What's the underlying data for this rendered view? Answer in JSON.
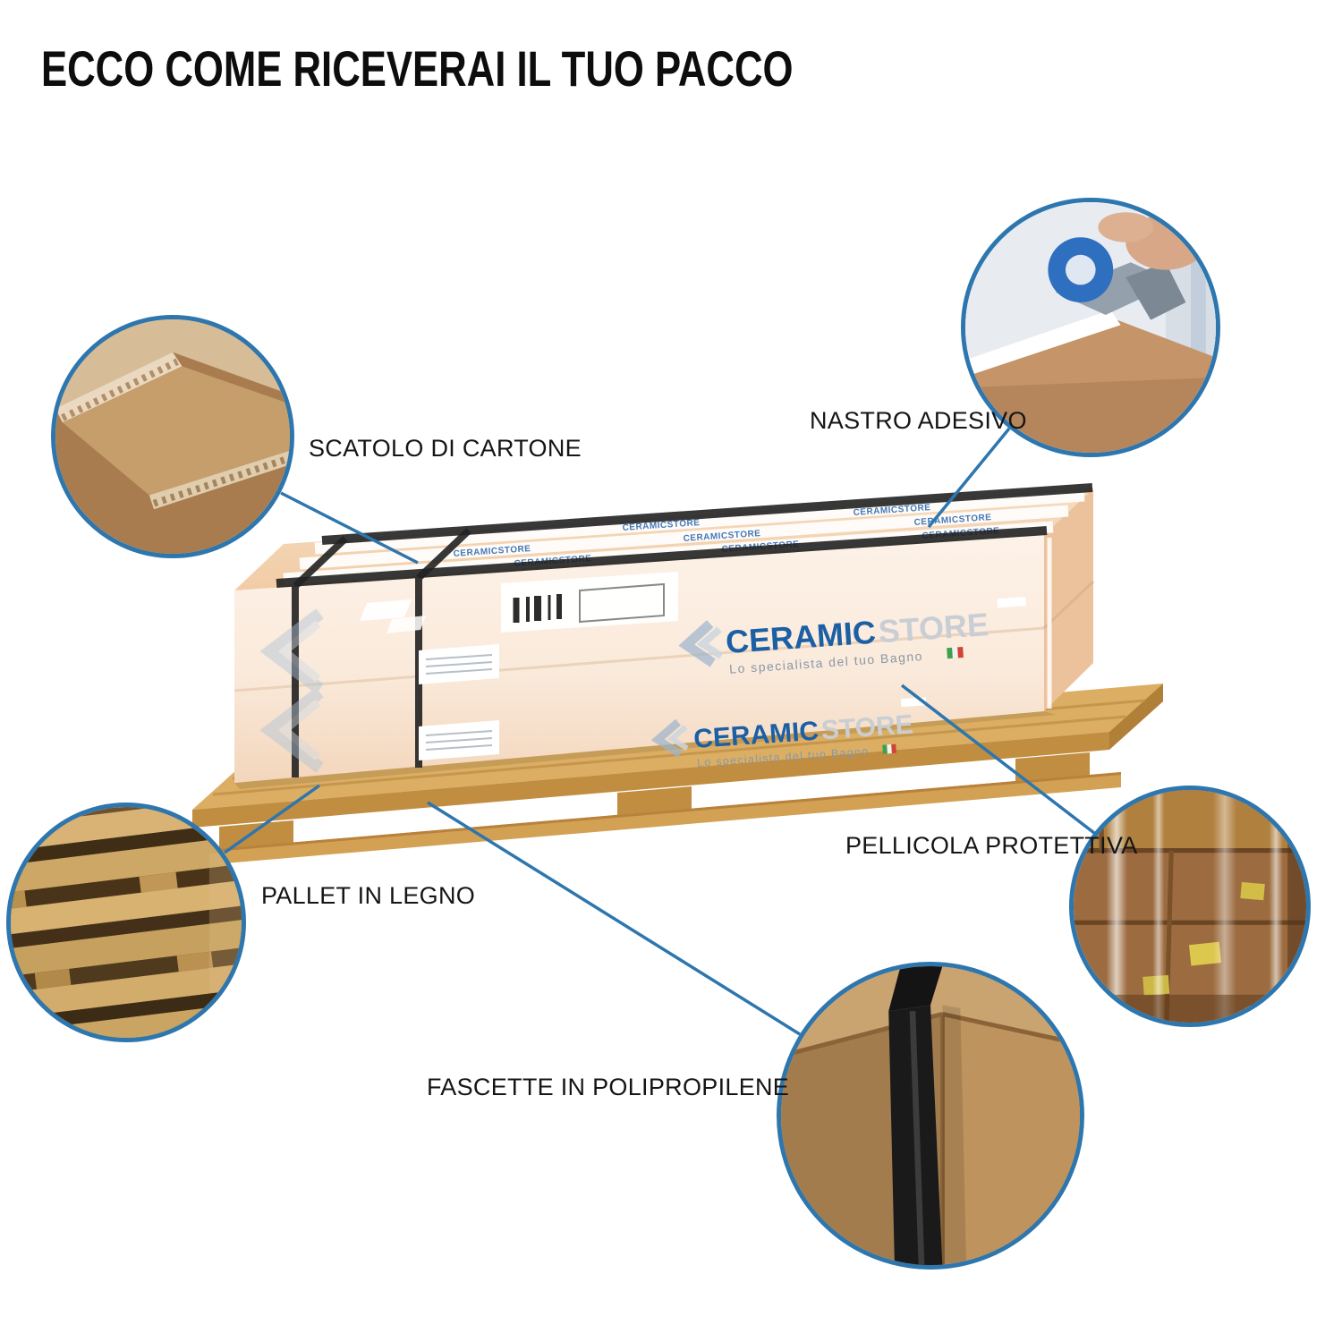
{
  "page": {
    "title": "ECCO COME RICEVERAI IL TUO PACCO"
  },
  "branding": {
    "logo_primary": "CERAMIC",
    "logo_secondary": "STORE",
    "tagline": "Lo specialista del tuo Bagno",
    "tape_text": "CERAMICSTORE"
  },
  "callouts": [
    {
      "id": "scatolo",
      "label": "SCATOLO DI CARTONE",
      "photo": "cardboard-box-corner"
    },
    {
      "id": "nastro",
      "label": "NASTRO ADESIVO",
      "photo": "tape-dispenser-on-box"
    },
    {
      "id": "pellicola",
      "label": "PELLICOLA PROTETTIVA",
      "photo": "shrink-wrapped-boxes"
    },
    {
      "id": "pallet",
      "label": "PALLET IN LEGNO",
      "photo": "stacked-wooden-pallets"
    },
    {
      "id": "fascette",
      "label": "FASCETTE IN POLIPROPILENE",
      "photo": "strapped-box-corner"
    }
  ],
  "colors": {
    "callout_accent": "#2d76ae",
    "brand_blue": "#1b5fa5",
    "brand_gray": "#c7ccd2",
    "box_top": "#f3d2b0",
    "box_front_light": "#fdf2e8",
    "pallet_wood": "#dcae63",
    "strap_black": "#1d1d1d"
  }
}
